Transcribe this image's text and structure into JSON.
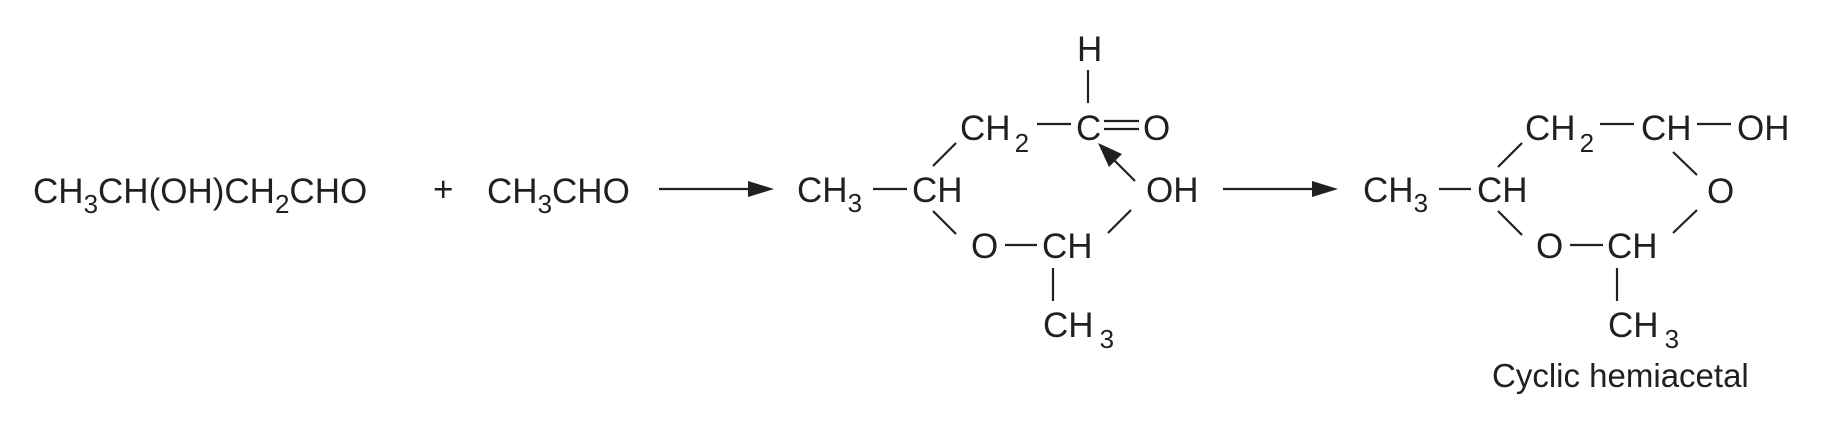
{
  "reaction": {
    "reactant_1": {
      "parts": [
        "CH",
        "3",
        "CH(OH)CH",
        "2",
        "CHO"
      ],
      "formula": "CH3CH(OH)CH2CHO"
    },
    "plus_sign": "+",
    "reactant_2": {
      "parts": [
        "CH",
        "3",
        "CHO"
      ],
      "formula": "CH3CHO"
    },
    "intermediate": {
      "top_h": "H",
      "ch2": {
        "main": "CH",
        "sub": "2"
      },
      "carbonyl_c": "C",
      "carbonyl_o": "O",
      "methyl_left": {
        "main": "CH",
        "sub": "3"
      },
      "ring_ch_left": "CH",
      "hydroxyl": "OH",
      "ring_o": "O",
      "ring_ch_bottom": "CH",
      "methyl_bottom": {
        "main": "CH",
        "sub": "3"
      }
    },
    "product": {
      "ch2": {
        "main": "CH",
        "sub": "2"
      },
      "ch_top_right": "CH",
      "hydroxyl": "OH",
      "ring_o_right": "O",
      "methyl_left": {
        "main": "CH",
        "sub": "3"
      },
      "ring_ch_left": "CH",
      "ring_o_bottom": "O",
      "ring_ch_bottom": "CH",
      "methyl_bottom": {
        "main": "CH",
        "sub": "3"
      },
      "caption": "Cyclic hemiacetal"
    },
    "arrows": [
      {
        "from": "reactants",
        "to": "intermediate",
        "type": "reaction-arrow"
      },
      {
        "from": "intermediate",
        "to": "product",
        "type": "reaction-arrow"
      },
      {
        "from": "hydroxyl-oxygen",
        "to": "carbonyl-carbon",
        "type": "nucleophilic-attack-arrow"
      }
    ],
    "colors": {
      "ink": "#231f20",
      "background": "#ffffff"
    }
  }
}
